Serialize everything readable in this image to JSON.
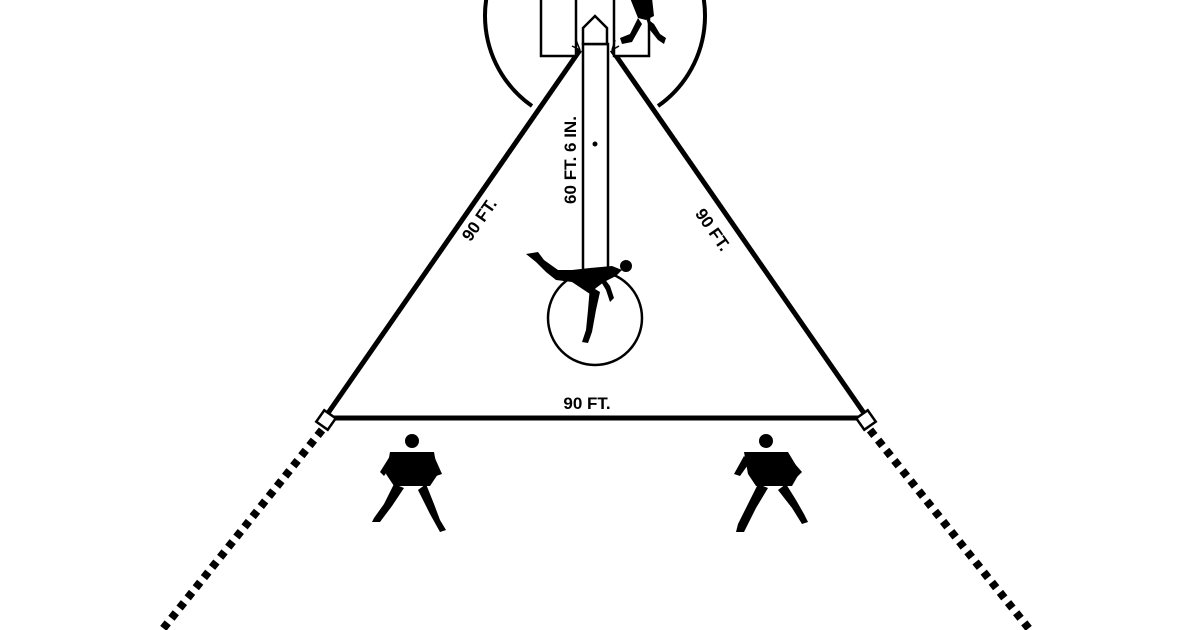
{
  "labels": {
    "first_base_line": "90 FT.",
    "third_base_line": "90 FT.",
    "base_to_base": "90 FT.",
    "pitching_distance": "60 FT. 6 IN."
  },
  "colors": {
    "ink": "#000000",
    "background": "#ffffff"
  },
  "figures": [
    "batter-silhouette",
    "pitcher-silhouette",
    "third-baseman-silhouette",
    "first-baseman-silhouette"
  ]
}
